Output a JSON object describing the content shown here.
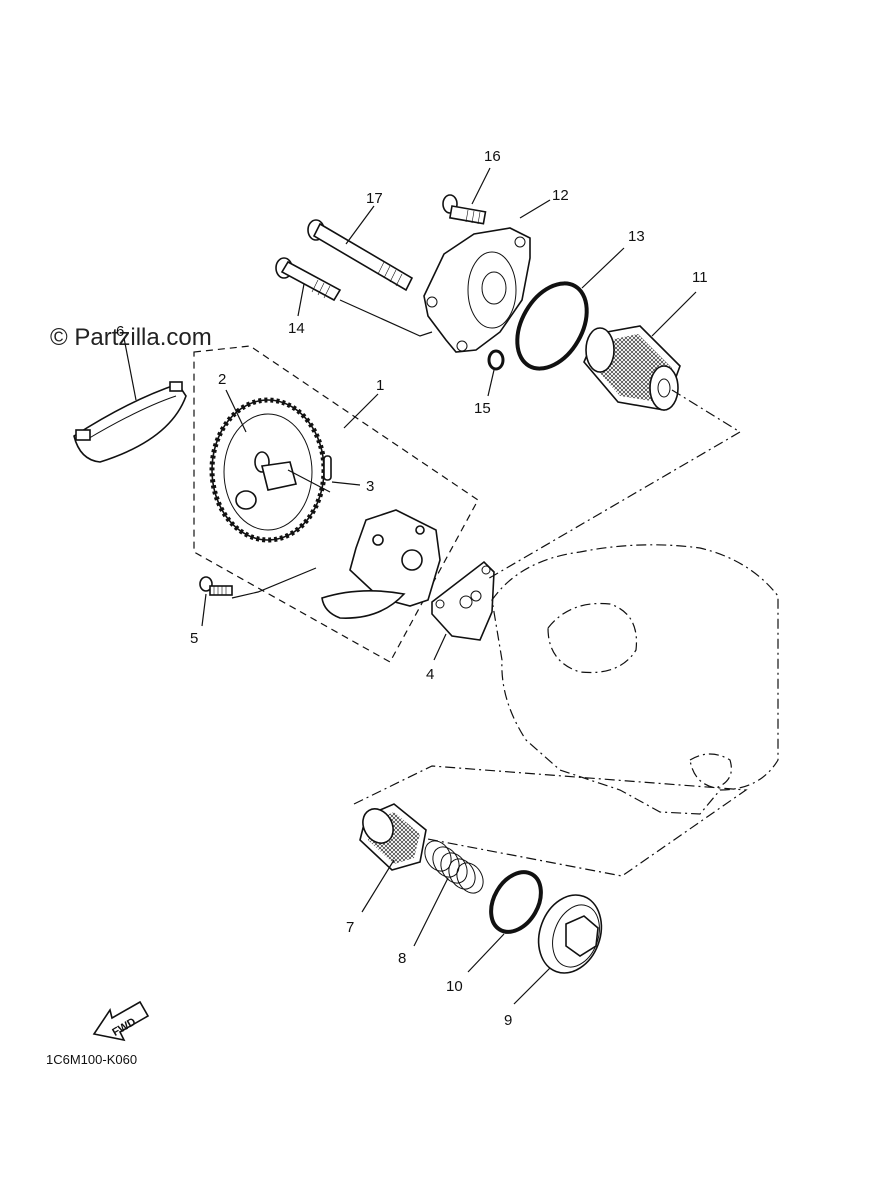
{
  "watermark": "© Partzilla.com",
  "diagram_code": "1C6M100-K060",
  "fwd_label": "FWD",
  "callouts": {
    "c1": "1",
    "c2": "2",
    "c3": "3",
    "c4": "4",
    "c5": "5",
    "c6": "6",
    "c7": "7",
    "c8": "8",
    "c9": "9",
    "c10": "10",
    "c11": "11",
    "c12": "12",
    "c13": "13",
    "c14": "14",
    "c15": "15",
    "c16": "16",
    "c17": "17"
  }
}
